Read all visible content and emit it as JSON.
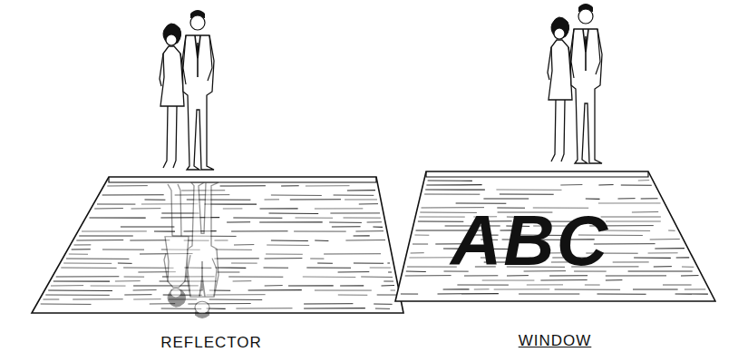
{
  "diagram": {
    "nodes": [
      {
        "text": [
          "ABC"
        ]
      }
    ],
    "labels": [
      "REFLECTOR",
      "WINDOW"
    ]
  }
}
